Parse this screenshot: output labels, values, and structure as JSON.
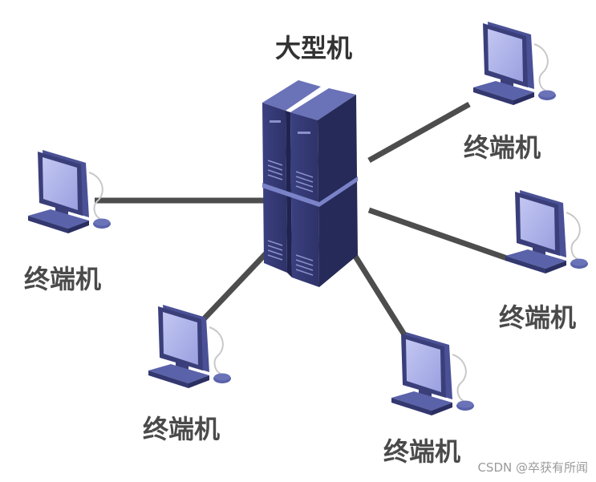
{
  "mainframe": {
    "label": "大型机"
  },
  "terminals": [
    {
      "id": "terminal-top-right",
      "label": "终端机"
    },
    {
      "id": "terminal-left",
      "label": "终端机"
    },
    {
      "id": "terminal-right",
      "label": "终端机"
    },
    {
      "id": "terminal-bottom-left",
      "label": "终端机"
    },
    {
      "id": "terminal-bottom-right",
      "label": "终端机"
    }
  ],
  "watermark": "CSDN @卒获有所闻",
  "colors": {
    "device_dark": "#3a3f7a",
    "device_mid": "#4a5196",
    "device_light": "#6a72b8",
    "screen": "#a9aee8",
    "link_line": "#4d4d4d",
    "label_text": "#4a4a4a"
  },
  "icons": {
    "server": "mainframe-server-icon",
    "terminal": "computer-terminal-icon"
  }
}
